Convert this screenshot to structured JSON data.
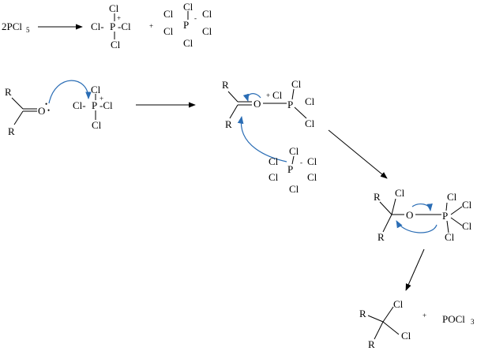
{
  "reaction": {
    "reagent": "2PCl",
    "reagent_sub": "5",
    "plus": "+",
    "dot": "•"
  },
  "atoms": {
    "P": "P",
    "Cl": "Cl",
    "O": "O",
    "R": "R",
    "bond_left": "Cl-",
    "bond_right": "-Cl",
    "plus": "+",
    "minus": "-"
  },
  "product": {
    "byproduct": "POCl",
    "byproduct_sub": "3"
  },
  "colors": {
    "curly_arrow": "#2a6db5",
    "ink": "#000000"
  }
}
